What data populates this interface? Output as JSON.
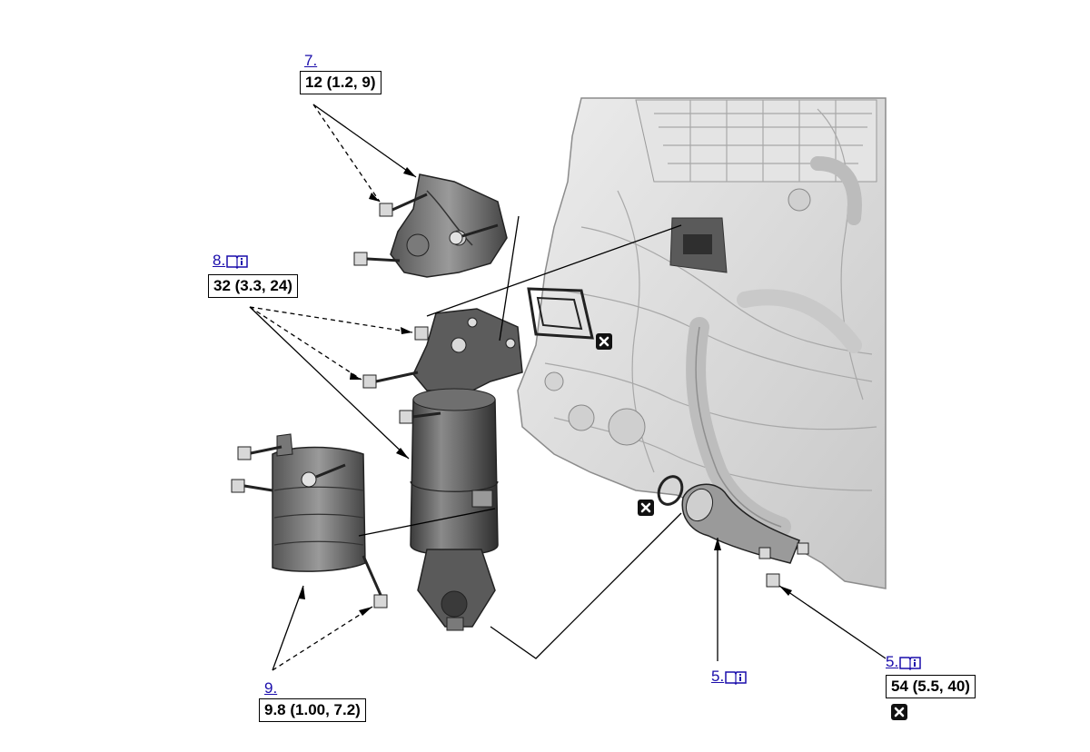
{
  "callouts": {
    "c7": {
      "link": "7.",
      "torque": "12 (1.2, 9)"
    },
    "c8": {
      "link": "8.",
      "torque": "32 (3.3, 24)"
    },
    "c9": {
      "link": "9.",
      "torque": "9.8 (1.00, 7.2)"
    },
    "c5a": {
      "link": "5."
    },
    "c5b": {
      "link": "5.",
      "torque": "54 (5.5, 40)"
    }
  },
  "icons": {
    "manual": "book-info-icon",
    "replace": "x-replace-icon"
  },
  "colors": {
    "link": "#1a0dab",
    "part": "#6a6a6a",
    "engine": "#d9d9d9"
  }
}
